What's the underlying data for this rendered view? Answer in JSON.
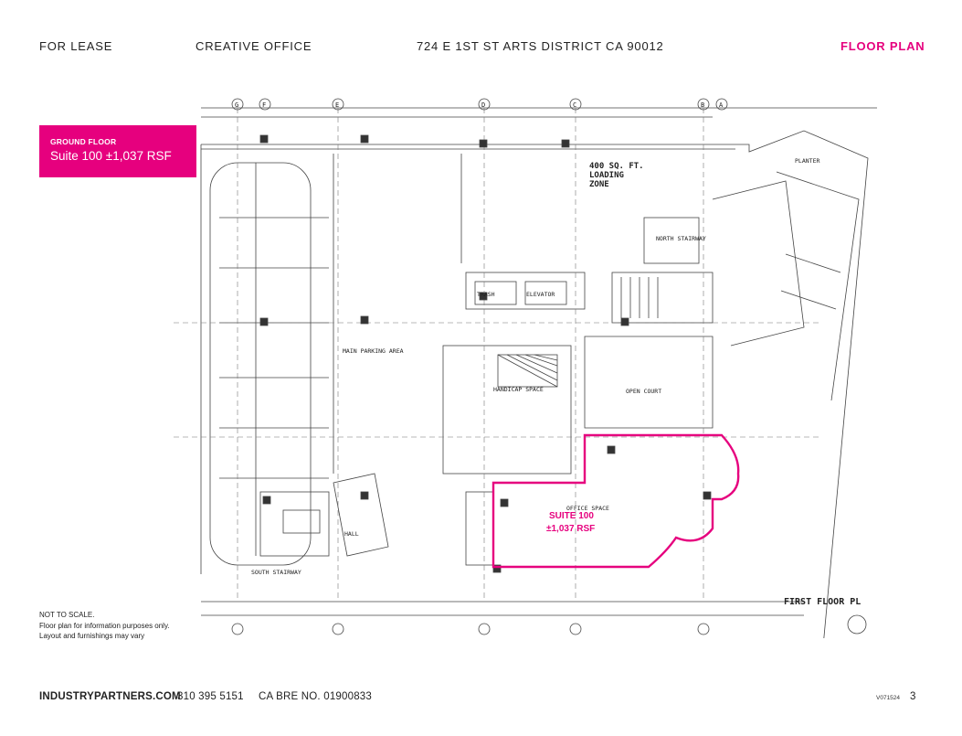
{
  "header": {
    "for_lease": "FOR LEASE",
    "category": "CREATIVE OFFICE",
    "address": "724 E 1ST ST  ARTS DISTRICT  CA  90012",
    "doc_type": "FLOOR PLAN"
  },
  "badge": {
    "floor": "GROUND FLOOR",
    "suite": "Suite 100   ±1,037 RSF"
  },
  "plan": {
    "loading_zone": [
      "400 SQ. FT.",
      "LOADING",
      "ZONE"
    ],
    "suite_name": "SUITE 100",
    "suite_area": "±1,037 RSF",
    "main_parking": "MAIN PARKING AREA",
    "trash": "TRASH",
    "elevator": "ELEVATOR",
    "north_stairway": "NORTH STAIRWAY",
    "open_court": "OPEN COURT",
    "office_space": "OFFICE SPACE",
    "hall": "HALL",
    "south_stairway": "SOUTH STAIRWAY",
    "planter": "PLANTER",
    "handicap_space": "HANDICAP SPACE",
    "sheet_title": "FIRST FLOOR PL",
    "grid_letters": [
      "G",
      "F",
      "E",
      "D",
      "C",
      "B",
      "A"
    ],
    "accent_color": "#e6007e"
  },
  "disclaimer": {
    "line1": "NOT TO SCALE.",
    "line2": "Floor plan for information purposes only.",
    "line3": "Layout and furnishings may vary"
  },
  "footer": {
    "website": "INDUSTRYPARTNERS.COM",
    "phone": "310 395 5151",
    "license": "CA BRE NO. 01900833",
    "doc_code": "V071524",
    "page": "3"
  }
}
